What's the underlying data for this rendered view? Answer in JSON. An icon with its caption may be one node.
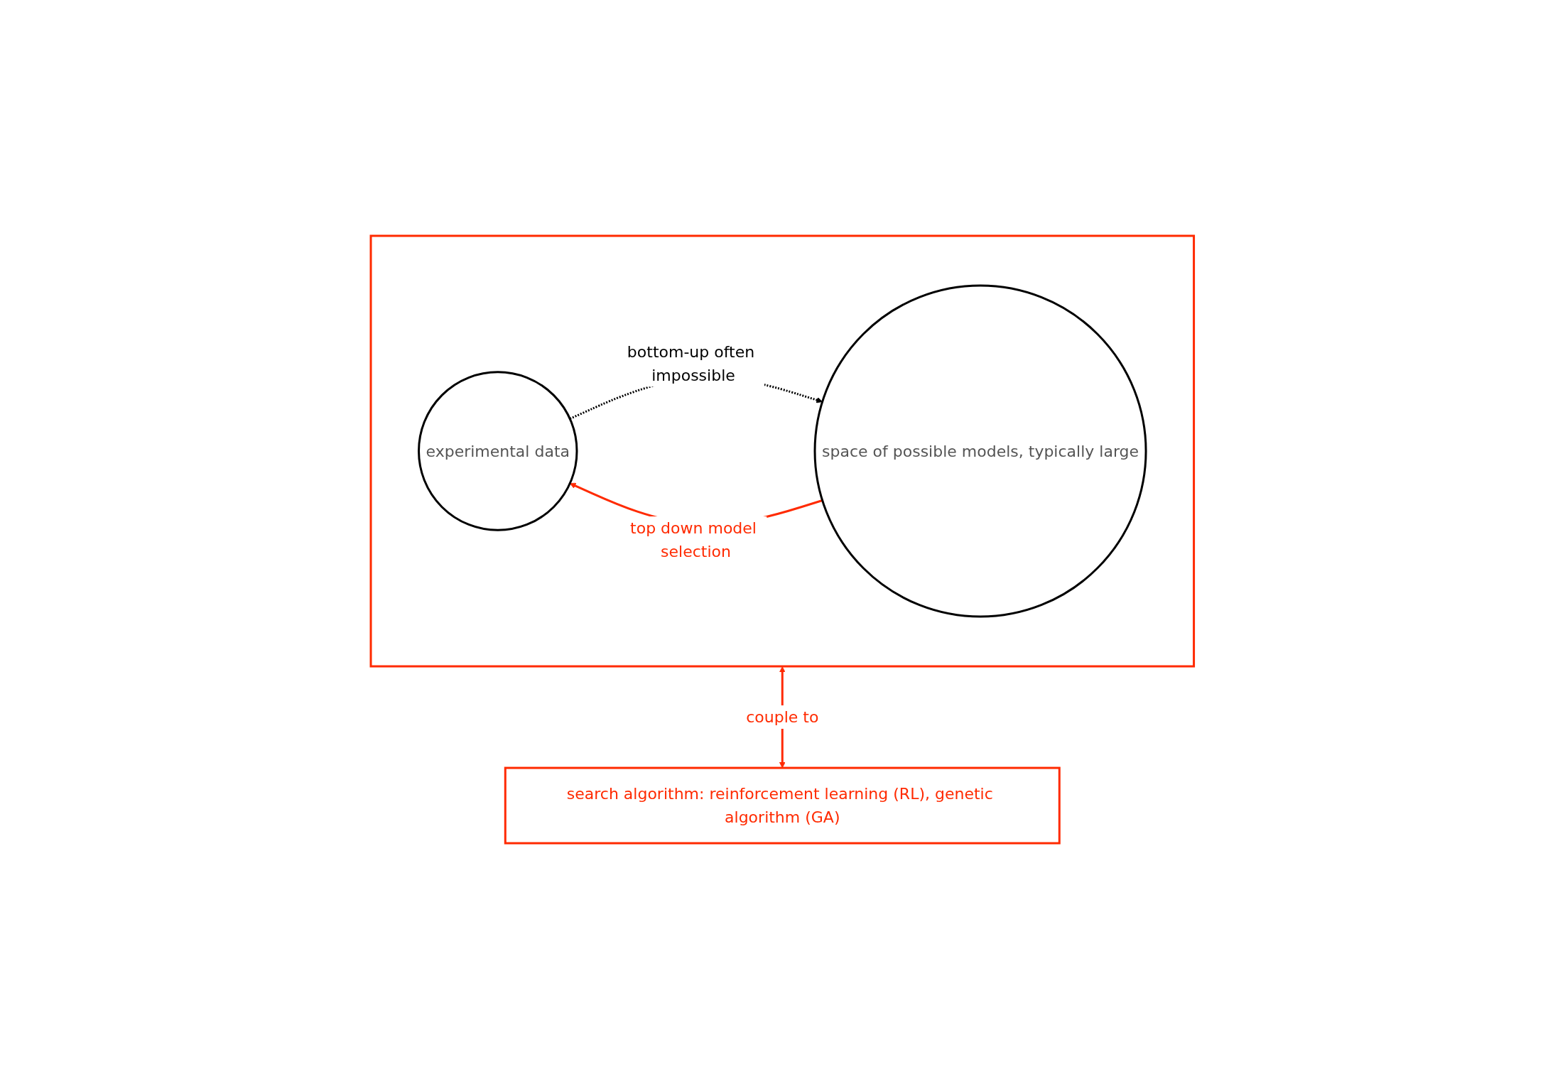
{
  "diagram": {
    "nodes": [
      {
        "text": [],
        "shape": "box"
      },
      {
        "text": [
          "experimental data"
        ],
        "in": 0
      },
      {
        "text": [
          "space of possible models, typically large"
        ],
        "in": 0
      },
      {
        "text": [
          "search algorithm: reinforcement learning (RL), genetic algorithm (GA)"
        ]
      }
    ],
    "edges": [
      {
        "from": 2,
        "to": 1,
        "arrow": "to",
        "label": "top down model selection",
        "color": "#ff2a00"
      },
      {
        "from": 1,
        "to": 2,
        "arrow": "to",
        "label": "bottom-up often impossible",
        "style": "dashed",
        "color": "#000000"
      },
      {
        "from": 0,
        "to": 3,
        "arrow": "both",
        "label": "couple to",
        "color": "#ff2a00"
      }
    ]
  }
}
